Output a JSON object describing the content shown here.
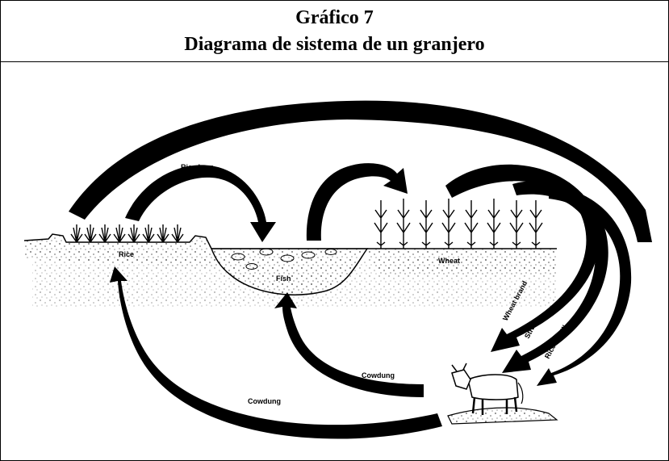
{
  "header": {
    "title_line1": "Gráfico 7",
    "title_line2": "Diagrama de sistema de un granjero"
  },
  "diagram": {
    "nodes": {
      "rice": "Rice",
      "fish": "Fish",
      "wheat": "Wheat"
    },
    "flows": {
      "rice_bran": "Rice bran",
      "wheat_brand": "Wheat brand",
      "straw": "Straw",
      "rice_straw": "Rice Straw",
      "cowdung_fish": "Cowdung",
      "cowdung_rice": "Cowdung"
    }
  }
}
